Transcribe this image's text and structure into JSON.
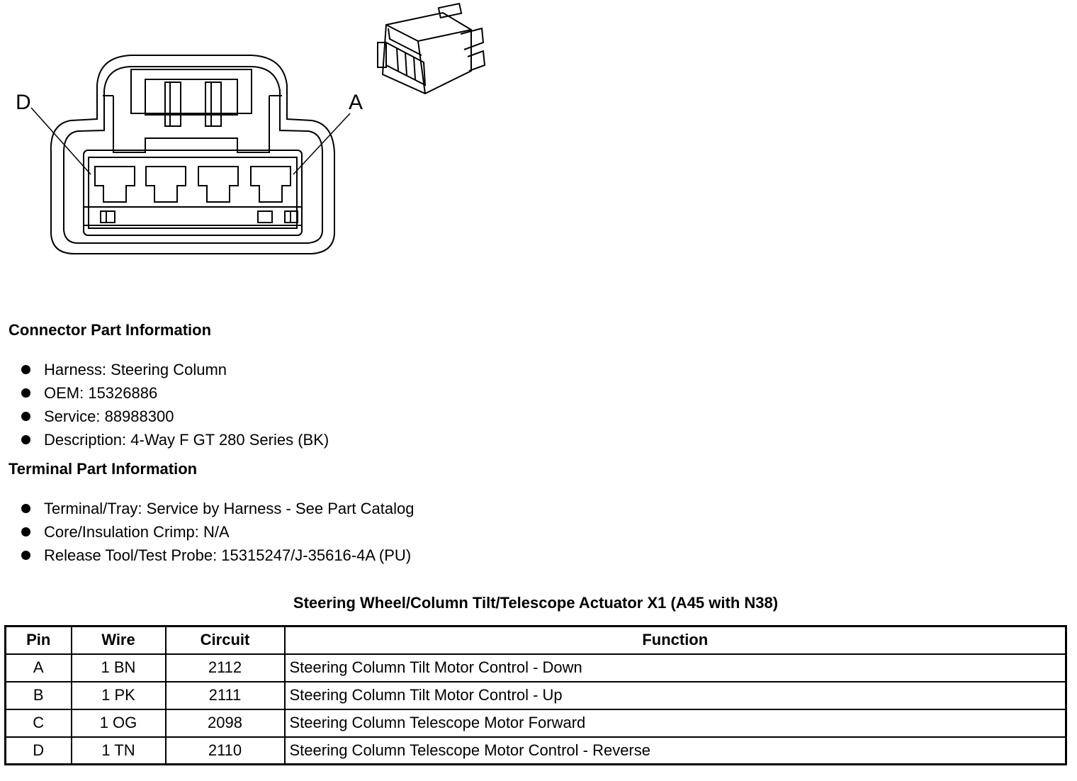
{
  "diagram": {
    "label_left": "D",
    "label_right": "A"
  },
  "connector_info": {
    "title": "Connector Part Information",
    "items": [
      "Harness: Steering Column",
      "OEM: 15326886",
      "Service: 88988300",
      "Description: 4-Way F GT 280 Series (BK)"
    ]
  },
  "terminal_info": {
    "title": "Terminal Part Information",
    "items": [
      "Terminal/Tray: Service by Harness - See Part Catalog",
      "Core/Insulation Crimp: N/A",
      "Release Tool/Test Probe: 15315247/J-35616-4A (PU)"
    ]
  },
  "pin_table": {
    "title": "Steering Wheel/Column Tilt/Telescope Actuator X1 (A45 with N38)",
    "headers": [
      "Pin",
      "Wire",
      "Circuit",
      "Function"
    ],
    "rows": [
      [
        "A",
        "1 BN",
        "2112",
        "Steering Column Tilt Motor Control - Down"
      ],
      [
        "B",
        "1 PK",
        "2111",
        "Steering Column Tilt Motor Control - Up"
      ],
      [
        "C",
        "1 OG",
        "2098",
        "Steering Column Telescope Motor Forward"
      ],
      [
        "D",
        "1 TN",
        "2110",
        "Steering Column Telescope Motor Control - Reverse"
      ]
    ]
  }
}
